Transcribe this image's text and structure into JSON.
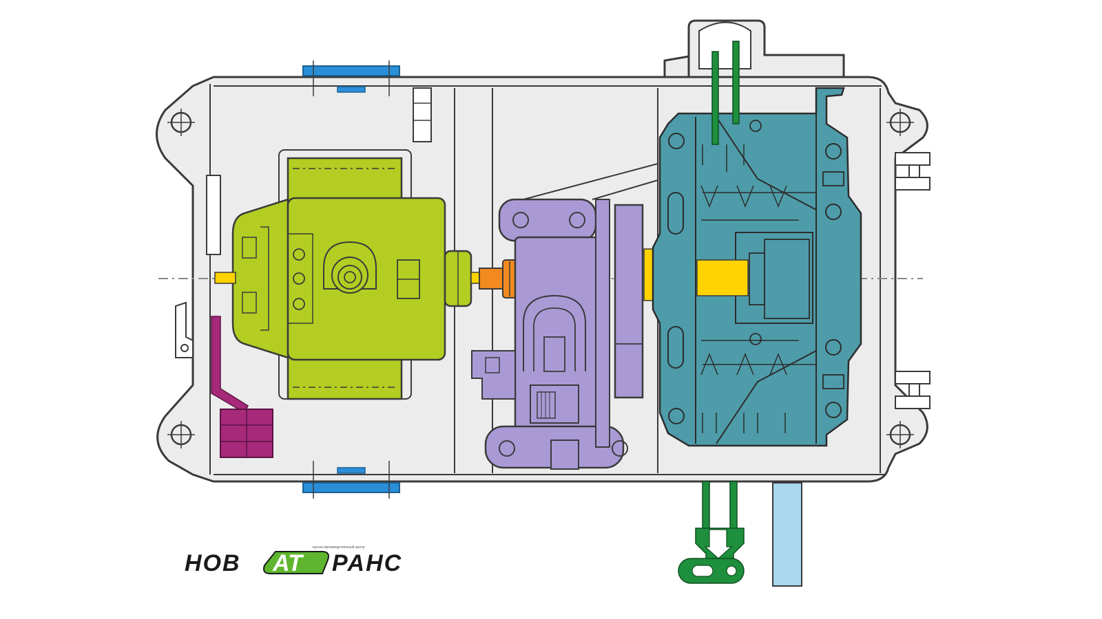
{
  "logo": {
    "text_before": "НОВ",
    "text_highlight": "АТ",
    "text_after": "РАНС",
    "tagline": "научно-производственный центр"
  },
  "colors": {
    "housing": "#ececec",
    "outline": "#3a3a3a",
    "motor": "#b3cd22",
    "brake": "#a99ad6",
    "gearbox": "#4e9ca9",
    "shaft_yellow": "#ffd200",
    "coupling_orange": "#f28a1f",
    "mount_blue": "#2a8fd8",
    "connector_magenta": "#a6297a",
    "rod_green": "#1e8f3c",
    "rod_lightblue": "#a9d8ef",
    "logo_green": "#5fb62e"
  }
}
